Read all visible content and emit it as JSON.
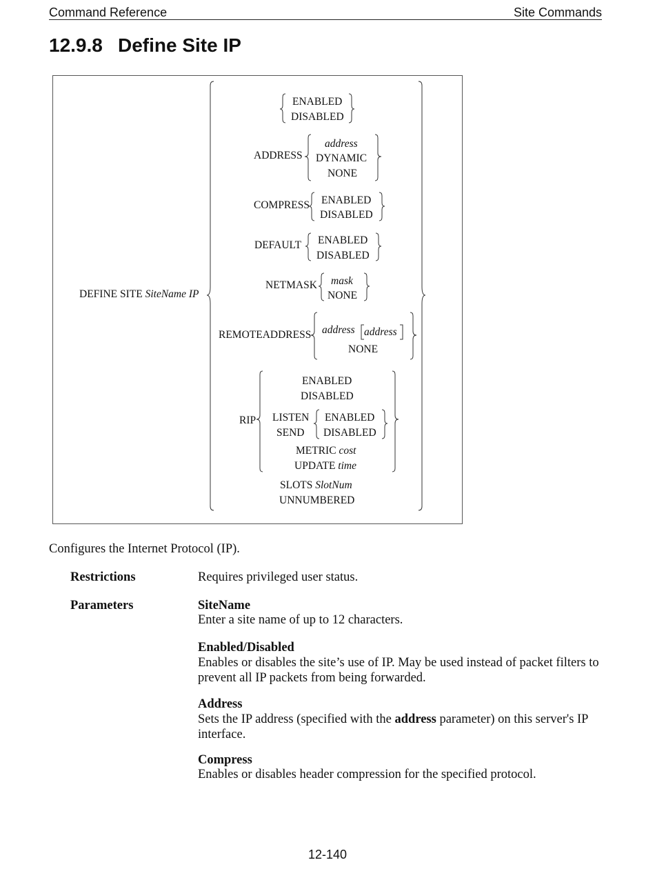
{
  "header": {
    "left": "Command Reference",
    "right": "Site Commands"
  },
  "section": {
    "number": "12.9.8",
    "title": "Define Site IP"
  },
  "syntax": {
    "command": "DEFINE SITE",
    "command_arg": "SiteName IP",
    "state_opts": [
      "ENABLED",
      "DISABLED"
    ],
    "address": {
      "kw": "ADDRESS",
      "opt1": "address",
      "opt2": "DYNAMIC",
      "opt3": "NONE"
    },
    "compress": {
      "kw": "COMPRESS",
      "opt1": "ENABLED",
      "opt2": "DISABLED"
    },
    "default": {
      "kw": "DEFAULT",
      "opt1": "ENABLED",
      "opt2": "DISABLED"
    },
    "netmask": {
      "kw": "NETMASK",
      "opt1": "mask",
      "opt2": "NONE"
    },
    "remoteaddress": {
      "kw": "REMOTEADDRESS",
      "opt1": "address",
      "opt1b": "address",
      "opt2": "NONE"
    },
    "rip": {
      "kw": "RIP",
      "opt1": "ENABLED",
      "opt2": "DISABLED",
      "listen": "LISTEN",
      "send": "SEND",
      "sub1": "ENABLED",
      "sub2": "DISABLED",
      "metric": "METRIC",
      "metric_arg": "cost",
      "update": "UPDATE",
      "update_arg": "time"
    },
    "slots": "SLOTS",
    "slots_arg": "SlotNum",
    "unnumbered": "UNNUMBERED"
  },
  "description": "Configures the Internet Protocol (IP).",
  "restrictions": {
    "label": "Restrictions",
    "text": "Requires privileged user status."
  },
  "parameters": {
    "label": "Parameters",
    "items": [
      {
        "name": "SiteName",
        "desc": "Enter a site name of up to 12 characters."
      },
      {
        "name": "Enabled/Disabled",
        "desc1": "Enables or disables the site’s use of IP. May be used instead of packet filters to",
        "desc2": "prevent all IP packets from being forwarded."
      },
      {
        "name": "Address",
        "desc_pre": "Sets the IP address (specified with the ",
        "desc_bold": "address",
        "desc_post": " parameter) on this server's IP",
        "desc2": "interface."
      },
      {
        "name": "Compress",
        "desc": "Enables or disables header compression for the specified protocol."
      }
    ]
  },
  "footer": {
    "page": "12-140"
  }
}
